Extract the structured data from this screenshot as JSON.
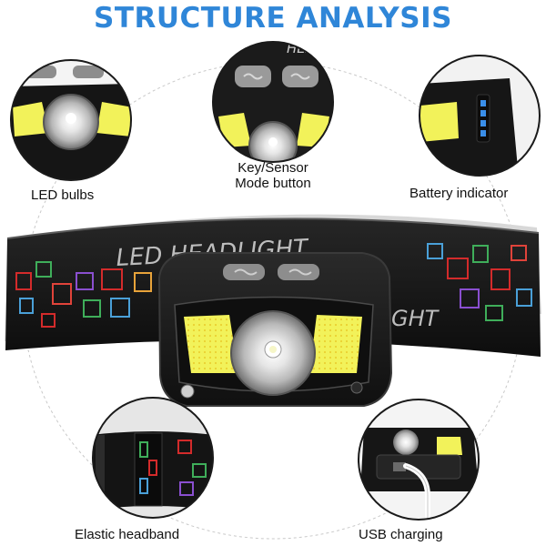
{
  "title": "STRUCTURE ANALYSIS",
  "headband_text_left": "LED HEADLIGHT",
  "headband_text_right": "GHT",
  "zoom_headlight_text": "HEADLIGHT",
  "labels": {
    "led_bulbs": "LED bulbs",
    "key_sensor_line1": "Key/Sensor",
    "key_sensor_line2": "Mode button",
    "battery_indicator": "Battery indicator",
    "elastic_headband": "Elastic headband",
    "usb_charging": "USB charging"
  },
  "colors": {
    "title": "#2f86d8",
    "cob_led": "#f2f25a",
    "battery_led": "#3a8ee8",
    "body": "#1c1c1c",
    "button": "#8d8d8d"
  }
}
